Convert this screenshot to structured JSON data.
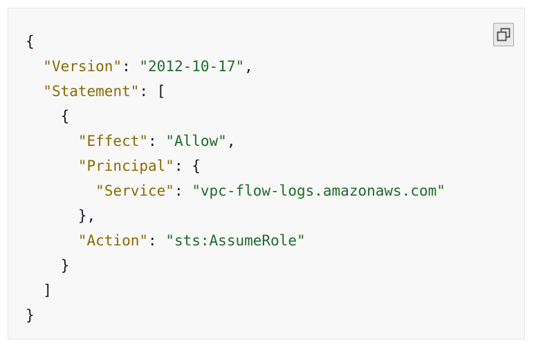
{
  "copy_button": {
    "icon": "copy-icon"
  },
  "policy": {
    "open_brace": "{",
    "close_brace": "}",
    "version_key": "\"Version\"",
    "version_value": "\"2012-10-17\"",
    "statement_key": "\"Statement\"",
    "statement_open": "[",
    "statement_close": "]",
    "item_open": "{",
    "item_close": "}",
    "effect_key": "\"Effect\"",
    "effect_value": "\"Allow\"",
    "principal_key": "\"Principal\"",
    "principal_open": "{",
    "principal_close": "},",
    "service_key": "\"Service\"",
    "service_value": "\"vpc-flow-logs.amazonaws.com\"",
    "action_key": "\"Action\"",
    "action_value": "\"sts:AssumeRole\""
  },
  "colors": {
    "key": "#8b6a00",
    "string": "#1f6b2a",
    "punctuation": "#16191f",
    "background": "#f8f8f8"
  }
}
